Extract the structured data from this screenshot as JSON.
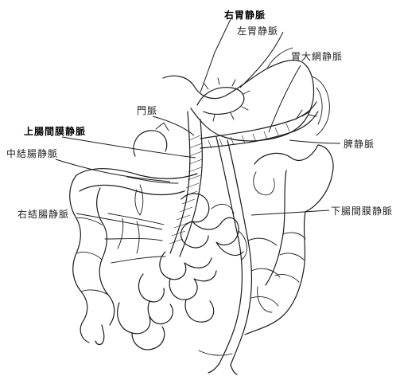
{
  "labels": {
    "right_gastric_vein": "右胃静脈",
    "left_gastric_vein": "左胃静脈",
    "right_gastroepiploic_vein": "胃大網静脈",
    "portal_vein": "門脈",
    "superior_mesenteric_vein": "上腸間膜静脈",
    "middle_colic_vein": "中結腸静脈",
    "splenic_vein": "脾静脈",
    "right_colic_vein": "右結腸静脈",
    "inferior_mesenteric_vein": "下腸間膜静脈"
  },
  "style": {
    "line_color": "#1a1a1a",
    "background": "#ffffff"
  }
}
